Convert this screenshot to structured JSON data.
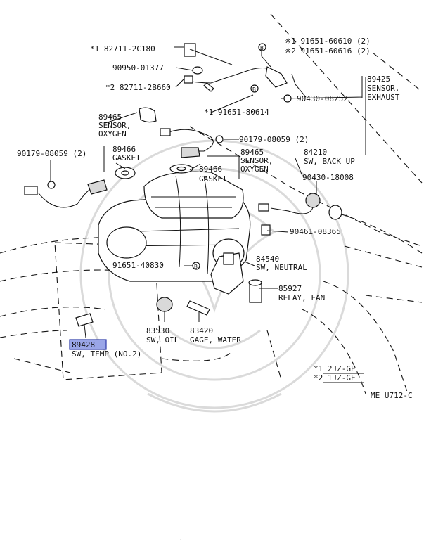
{
  "callouts": {
    "c1": {
      "part": "82711-2C180",
      "mark": "*1"
    },
    "c2": {
      "part": "90950-01377"
    },
    "c3": {
      "part": "82711-2B660",
      "mark": "*2"
    },
    "c4": {
      "part": "89465",
      "name_line1": "SENSOR,",
      "name_line2": "OXYGEN"
    },
    "c5": {
      "part": "90179-08059 (2)"
    },
    "c6": {
      "part": "89466",
      "name": "GASKET"
    },
    "c7": {
      "part": "91651-80614",
      "mark": "*1"
    },
    "c8": {
      "part": "90179-08059 (2)"
    },
    "c9": {
      "part": "89465",
      "name_line1": "SENSOR,",
      "name_line2": "OXYGEN"
    },
    "c10": {
      "part": "89466",
      "name": "GASKET"
    },
    "c11": {
      "part": "84210",
      "name": "SW, BACK UP"
    },
    "c12": {
      "part": "90430-18008"
    },
    "c13": {
      "part": "90461-08365"
    },
    "c14": {
      "part": "91651-40830"
    },
    "c15": {
      "part": "84540",
      "name": "SW, NEUTRAL"
    },
    "c16": {
      "part": "85927",
      "name": "RELAY, FAN"
    },
    "c17": {
      "part": "83530",
      "name": "SW, OIL"
    },
    "c18": {
      "part": "83420",
      "name": "GAGE, WATER"
    },
    "c19": {
      "part": "89428",
      "name": "SW, TEMP (NO.2)"
    },
    "c20": {
      "part": "89425",
      "name_line1": "SENSOR,",
      "name_line2": "EXHAUST"
    },
    "c21": {
      "part": "90430-08252"
    },
    "c22": {
      "part": "91651-60610 (2)",
      "mark": "※1"
    },
    "c23": {
      "part": "91651-60616 (2)",
      "mark": "※2"
    }
  },
  "markers": {
    "b": "B"
  },
  "legend": {
    "l1": "*1  2JZ-GE",
    "l2": "*2  1JZ-GE"
  },
  "ref_code": "ME  U712-C",
  "highlight_color": "#9aa6e8"
}
